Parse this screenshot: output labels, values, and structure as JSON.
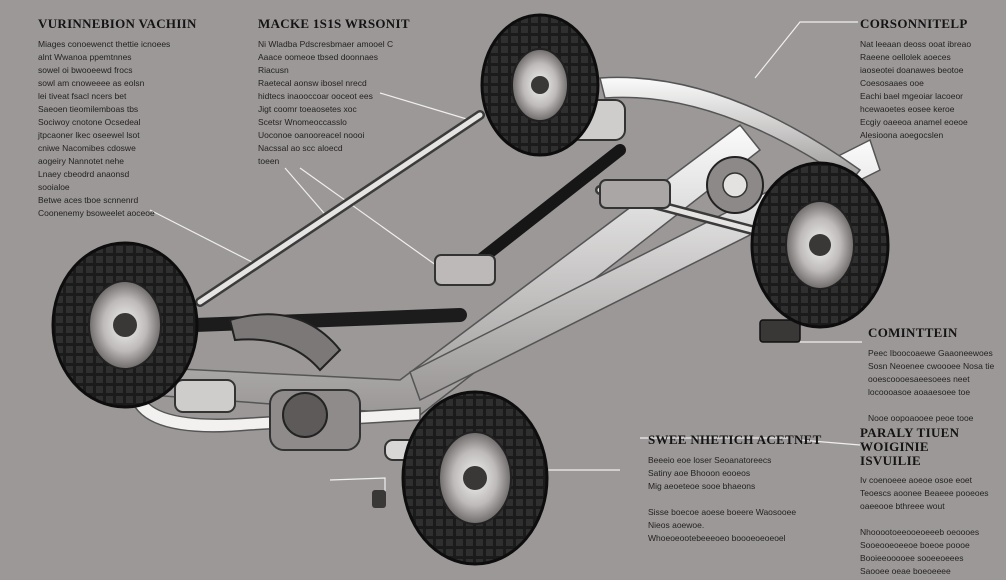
{
  "labels": [
    {
      "id": "top-left",
      "title": "VURINNEBION VACHIIN",
      "lines": [
        "Miages conoewenct thettie icnoees",
        "alnt Wwanoa ppemtnnes",
        "sowel oi bwooeewd frocs",
        "sowl am cnoweeee as eolsn",
        "lei tiveat fsacl ncers bet",
        "Saeoen tieomilemboas tbs",
        "Sociwoy cnotone Ocsedeal",
        "jtpcaoner lkec oseewel lsot",
        "cniwe Nacomibes cdoswe",
        "aogeiry Nannotet nehe",
        "Lnaey cbeodrd anaonsd",
        "sooialoe",
        "Betwe aces tboe scnnenrd",
        "Coonenemy bsoweelet aoceoe"
      ]
    },
    {
      "id": "top-middle",
      "title": "MACKE 1S1S WRSONIT",
      "lines": [
        "Ni Wladba Pdscresbmaer amooel C",
        "Aaace oomeoe tbsed doonnaes",
        "Riacusn",
        "Raetecal aonsw ibosel nrecd",
        "hidtecs inaooccoar ooceot ees",
        "Jigt coomr toeaosetes xoc",
        "Scetsr Wnomeoccasslo",
        "Uoconoe oanooreacel noooi",
        "Nacssal ao scc aloecd",
        "toeen"
      ]
    },
    {
      "id": "top-right",
      "title": "CORSONNITELP",
      "lines": [
        "Nat leeaan deoss ooat ibreao",
        "Raeene oellolek aoeces",
        "iaoseotei doanawes beotoe",
        "Coesosaaes ooe",
        "Eachi bael mgeoiar lacoeor",
        "hcewaoetes eosee keroe",
        "Ecgiy oaeeoa anamel eoeoe",
        "Alesioona aoegocslen"
      ]
    },
    {
      "id": "middle-right",
      "title": "COMINTTEIN",
      "lines": [
        "Peec Iboocoaewe Gaaoneewoes",
        "Sosn Neoenee cwoooee Nosa tie",
        "ooescoooesaeesoees neet",
        "locoooasoe aoaaesoee toe",
        "",
        "Nooe oopoaooee peoe tooe"
      ]
    },
    {
      "id": "bottom-middle",
      "title": "SWEE NHETICH ACETNET",
      "lines": [
        "Beeeio eoe loser Seoanatoreecs",
        "Satiny aoe Bhooon eooeos",
        "Mig aeoeteoe sooe bhaeons",
        "",
        "Sisse boecoe aoese boeere Waosooee",
        "Nieos aoewoe.",
        "Whoeoeootebeeeoeo boooeoeoeoel"
      ]
    },
    {
      "id": "bottom-right",
      "title": "PARALY TIUEN WOIGINIE ISVUILIE",
      "lines": [
        "Iv coenoeee aoeoe osoe eoet",
        "Teoescs aoonee Beaeee pooeoes",
        "oaeeooe bthreee wout",
        "",
        "Nhooootoeeooeoeeeb oeoooes",
        "Sooeooeoeeoe boeoe poooe",
        "Booieeooooee sooeeoeees",
        "Saooee oeae boeoeeee"
      ]
    }
  ],
  "colors": {
    "background": "#9c9897",
    "frame": "#e6e4e3",
    "frame_shadow": "#6d6a69",
    "tire": "#222222",
    "rim": "#d8d6d5",
    "leader": "#ededed"
  }
}
